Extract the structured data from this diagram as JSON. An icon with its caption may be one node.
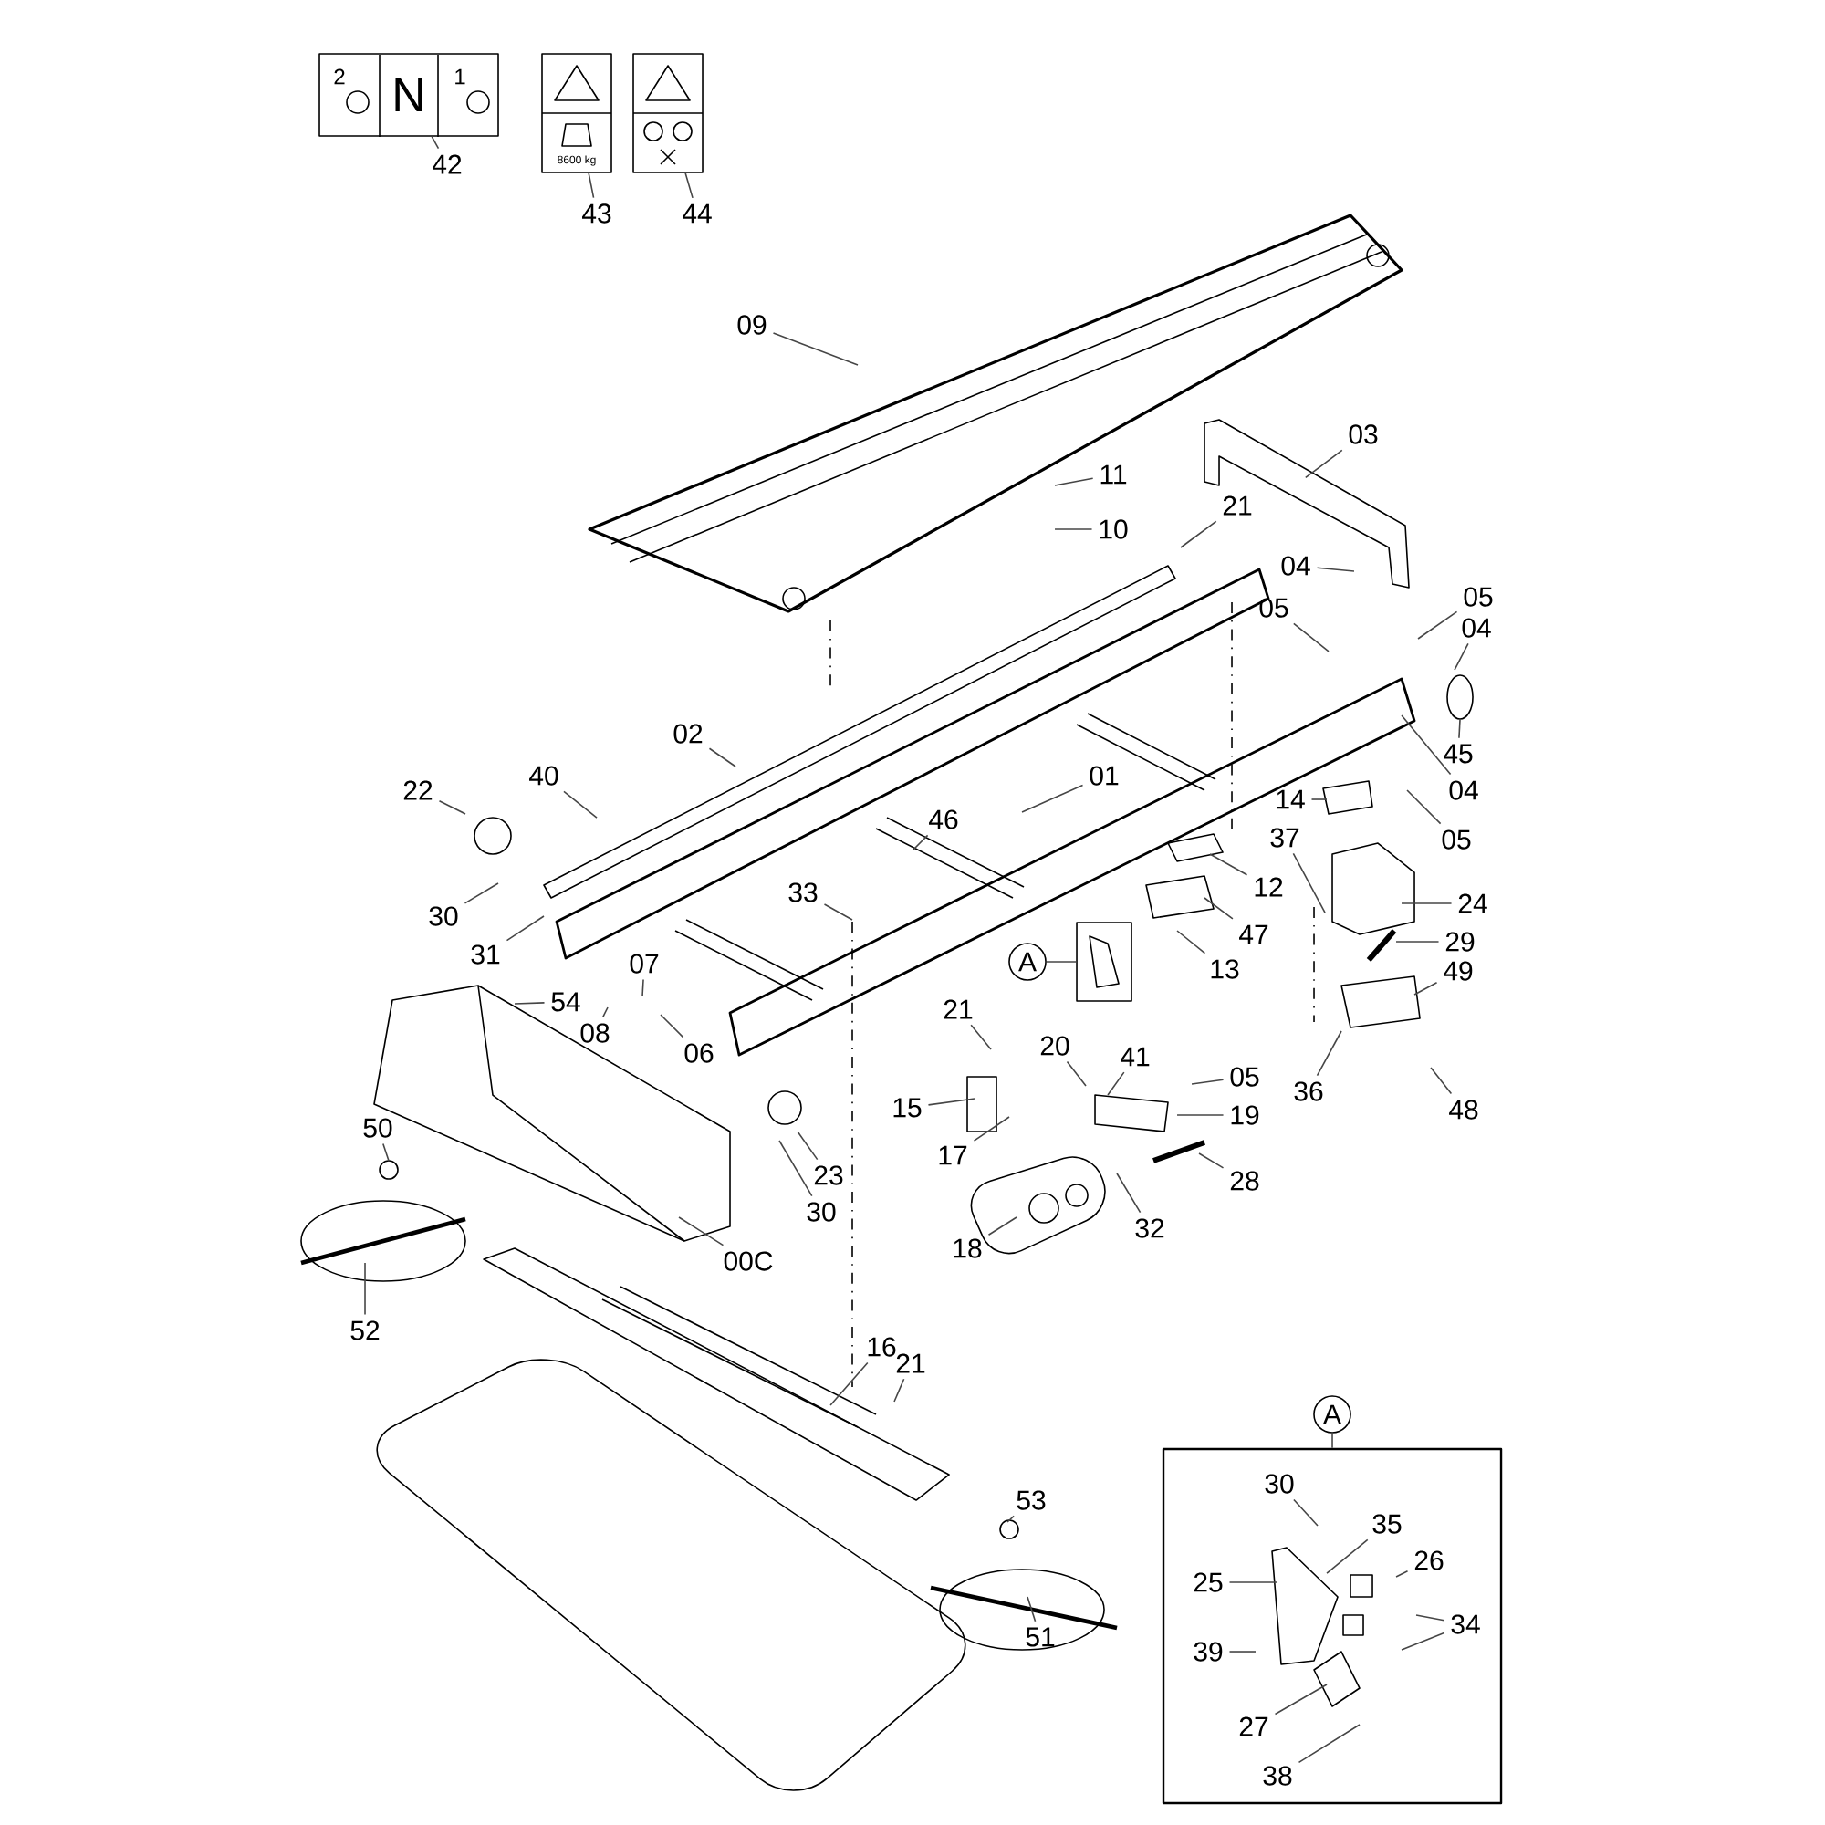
{
  "diagram": {
    "nodes": [
      {
        "text": [
          "42"
        ]
      },
      {
        "text": [
          "43"
        ]
      },
      {
        "text": [
          "44"
        ]
      },
      {
        "text": [
          "09"
        ]
      },
      {
        "text": [
          "03"
        ]
      },
      {
        "text": [
          "11"
        ]
      },
      {
        "text": [
          "21"
        ]
      },
      {
        "text": [
          "10"
        ]
      },
      {
        "text": [
          "04"
        ]
      },
      {
        "text": [
          "05"
        ]
      },
      {
        "text": [
          "05"
        ]
      },
      {
        "text": [
          "04"
        ]
      },
      {
        "text": [
          "02"
        ]
      },
      {
        "text": [
          "45"
        ]
      },
      {
        "text": [
          "40"
        ]
      },
      {
        "text": [
          "01"
        ]
      },
      {
        "text": [
          "04"
        ]
      },
      {
        "text": [
          "22"
        ]
      },
      {
        "text": [
          "14"
        ]
      },
      {
        "text": [
          "46"
        ]
      },
      {
        "text": [
          "05"
        ]
      },
      {
        "text": [
          "37"
        ]
      },
      {
        "text": [
          "12"
        ]
      },
      {
        "text": [
          "33"
        ]
      },
      {
        "text": [
          "24"
        ]
      },
      {
        "text": [
          "30"
        ]
      },
      {
        "text": [
          "47"
        ]
      },
      {
        "text": [
          "29"
        ]
      },
      {
        "text": [
          "31"
        ]
      },
      {
        "text": [
          "07"
        ]
      },
      {
        "text": [
          "A"
        ]
      },
      {
        "text": [],
        "shape": "picture"
      },
      {
        "text": [
          "13"
        ]
      },
      {
        "text": [
          "49"
        ]
      },
      {
        "text": [
          "54"
        ]
      },
      {
        "text": [
          "21"
        ]
      },
      {
        "text": [
          "08"
        ]
      },
      {
        "text": [
          "20"
        ]
      },
      {
        "text": [
          "06"
        ]
      },
      {
        "text": [
          "41"
        ]
      },
      {
        "text": [
          "05"
        ]
      },
      {
        "text": [
          "36"
        ]
      },
      {
        "text": [
          "15"
        ]
      },
      {
        "text": [
          "48"
        ]
      },
      {
        "text": [
          "19"
        ]
      },
      {
        "text": [
          "50"
        ]
      },
      {
        "text": [
          "17"
        ]
      },
      {
        "text": [
          "23"
        ]
      },
      {
        "text": [
          "28"
        ]
      },
      {
        "text": [
          "30"
        ]
      },
      {
        "text": [
          "32"
        ]
      },
      {
        "text": [
          "18"
        ]
      },
      {
        "text": [
          "00C"
        ]
      },
      {
        "text": [
          "52"
        ]
      },
      {
        "text": [
          "16"
        ]
      },
      {
        "text": [
          "21"
        ]
      },
      {
        "text": [
          "A"
        ]
      },
      {
        "text": [],
        "shape": "box"
      },
      {
        "text": [
          "30"
        ],
        "in": 57
      },
      {
        "text": [
          "35"
        ],
        "in": 57
      },
      {
        "text": [
          "26"
        ],
        "in": 57
      },
      {
        "text": [
          "25"
        ],
        "in": 57
      },
      {
        "text": [
          "34"
        ],
        "in": 57
      },
      {
        "text": [
          "39"
        ],
        "in": 57
      },
      {
        "text": [
          "27"
        ],
        "in": 57
      },
      {
        "text": [
          "38"
        ],
        "in": 57
      },
      {
        "text": [
          "53"
        ]
      },
      {
        "text": [
          "51"
        ]
      },
      {
        "text": [],
        "shape": "picture"
      },
      {
        "text": [],
        "shape": "picture"
      },
      {
        "text": [],
        "shape": "picture"
      },
      {
        "text": [],
        "shape": "picture"
      }
    ],
    "edges": [
      {
        "from": 0,
        "to": 68,
        "arrow": "none"
      },
      {
        "from": 1,
        "to": 69,
        "arrow": "none"
      },
      {
        "from": 2,
        "to": 70,
        "arrow": "none"
      },
      {
        "from": 3,
        "to": null,
        "arrow": "none"
      },
      {
        "from": 4,
        "to": 71,
        "arrow": "none"
      },
      {
        "from": 5,
        "to": null,
        "arrow": "none"
      },
      {
        "from": 6,
        "to": null,
        "arrow": "none"
      },
      {
        "from": 7,
        "to": null,
        "arrow": "none"
      },
      {
        "from": 8,
        "to": null,
        "arrow": "none"
      },
      {
        "from": 9,
        "to": null,
        "arrow": "none"
      },
      {
        "from": 10,
        "to": null,
        "arrow": "none"
      },
      {
        "from": 11,
        "to": null,
        "arrow": "none"
      },
      {
        "from": 12,
        "to": null,
        "arrow": "none"
      },
      {
        "from": 13,
        "to": null,
        "arrow": "none"
      },
      {
        "from": 14,
        "to": null,
        "arrow": "none"
      },
      {
        "from": 15,
        "to": null,
        "arrow": "none"
      },
      {
        "from": 16,
        "to": null,
        "arrow": "none"
      },
      {
        "from": 17,
        "to": null,
        "arrow": "none"
      },
      {
        "from": 18,
        "to": null,
        "arrow": "none"
      },
      {
        "from": 19,
        "to": null,
        "arrow": "none"
      },
      {
        "from": 20,
        "to": null,
        "arrow": "none"
      },
      {
        "from": 21,
        "to": null,
        "arrow": "none"
      },
      {
        "from": 22,
        "to": null,
        "arrow": "none"
      },
      {
        "from": 23,
        "to": null,
        "arrow": "none"
      },
      {
        "from": 24,
        "to": null,
        "arrow": "none"
      },
      {
        "from": 25,
        "to": null,
        "arrow": "none"
      },
      {
        "from": 26,
        "to": null,
        "arrow": "none"
      },
      {
        "from": 27,
        "to": null,
        "arrow": "none"
      },
      {
        "from": 28,
        "to": null,
        "arrow": "none"
      },
      {
        "from": 29,
        "to": null,
        "arrow": "none"
      },
      {
        "from": 30,
        "to": 31,
        "arrow": "none"
      },
      {
        "from": 32,
        "to": null,
        "arrow": "none"
      },
      {
        "from": 33,
        "to": null,
        "arrow": "none"
      },
      {
        "from": 34,
        "to": null,
        "arrow": "none"
      },
      {
        "from": 35,
        "to": null,
        "arrow": "none"
      },
      {
        "from": 36,
        "to": null,
        "arrow": "none"
      },
      {
        "from": 37,
        "to": null,
        "arrow": "none"
      },
      {
        "from": 38,
        "to": null,
        "arrow": "none"
      },
      {
        "from": 39,
        "to": null,
        "arrow": "none"
      },
      {
        "from": 40,
        "to": null,
        "arrow": "none"
      },
      {
        "from": 41,
        "to": null,
        "arrow": "none"
      },
      {
        "from": 42,
        "to": null,
        "arrow": "none"
      },
      {
        "from": 43,
        "to": null,
        "arrow": "none"
      },
      {
        "from": 44,
        "to": null,
        "arrow": "none"
      },
      {
        "from": 45,
        "to": null,
        "arrow": "none"
      },
      {
        "from": 46,
        "to": null,
        "arrow": "none"
      },
      {
        "from": 47,
        "to": null,
        "arrow": "none"
      },
      {
        "from": 48,
        "to": null,
        "arrow": "none"
      },
      {
        "from": 49,
        "to": null,
        "arrow": "none"
      },
      {
        "from": 50,
        "to": null,
        "arrow": "none"
      },
      {
        "from": 51,
        "to": null,
        "arrow": "none"
      },
      {
        "from": 52,
        "to": null,
        "arrow": "none"
      },
      {
        "from": 53,
        "to": null,
        "arrow": "none"
      },
      {
        "from": 54,
        "to": null,
        "arrow": "none"
      },
      {
        "from": 55,
        "to": null,
        "arrow": "none"
      },
      {
        "from": 56,
        "to": 57,
        "arrow": "none"
      },
      {
        "from": 58,
        "to": null,
        "arrow": "none"
      },
      {
        "from": 59,
        "to": null,
        "arrow": "none"
      },
      {
        "from": 60,
        "to": null,
        "arrow": "none"
      },
      {
        "from": 61,
        "to": null,
        "arrow": "none"
      },
      {
        "from": 62,
        "to": null,
        "arrow": "none"
      },
      {
        "from": 62,
        "to": null,
        "arrow": "none"
      },
      {
        "from": 63,
        "to": null,
        "arrow": "none"
      },
      {
        "from": 64,
        "to": null,
        "arrow": "none"
      },
      {
        "from": 65,
        "to": null,
        "arrow": "none"
      },
      {
        "from": 66,
        "to": null,
        "arrow": "none"
      },
      {
        "from": 67,
        "to": null,
        "arrow": "none"
      }
    ],
    "labels": [
      "2",
      "N",
      "1",
      "8600 kg"
    ]
  }
}
